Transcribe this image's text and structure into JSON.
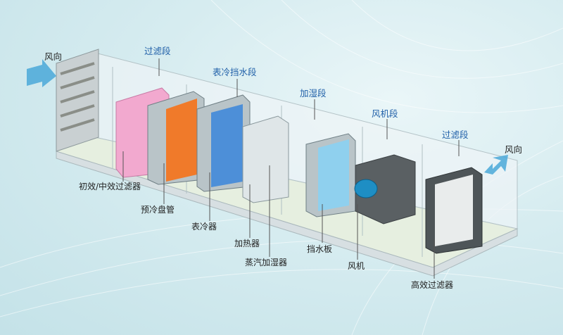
{
  "airflow": {
    "in_label": "风向",
    "out_label": "风向"
  },
  "sections": [
    {
      "label": "过滤段"
    },
    {
      "label": "表冷挡水段"
    },
    {
      "label": "加湿段"
    },
    {
      "label": "风机段"
    },
    {
      "label": "过滤段"
    }
  ],
  "components": [
    {
      "label": "初效/中效过滤器"
    },
    {
      "label": "预冷盘管"
    },
    {
      "label": "表冷器"
    },
    {
      "label": "加热器"
    },
    {
      "label": "蒸汽加湿器"
    },
    {
      "label": "挡水板"
    },
    {
      "label": "风机"
    },
    {
      "label": "高效过滤器"
    }
  ],
  "colors": {
    "section_label": "#1f5fa8",
    "component_label": "#222222",
    "arrow": "#4aa8d8"
  }
}
